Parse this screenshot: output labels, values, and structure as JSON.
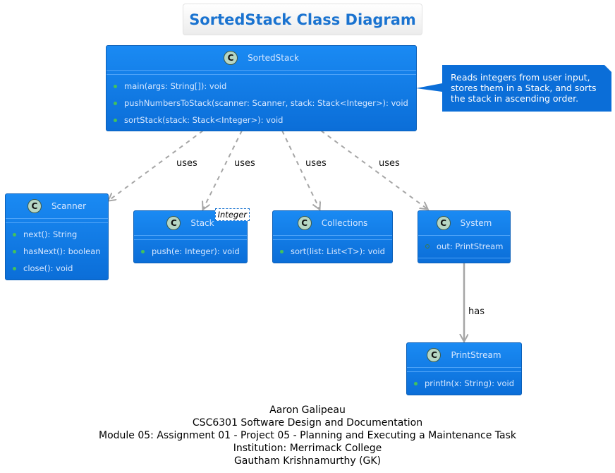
{
  "title": "SortedStack Class Diagram",
  "classes": {
    "sortedstack": {
      "name": "SortedStack",
      "icon": "C",
      "members": [
        "main(args: String[]): void",
        "pushNumbersToStack(scanner: Scanner, stack: Stack<Integer>): void",
        "sortStack(stack: Stack<Integer>): void"
      ]
    },
    "scanner": {
      "name": "Scanner",
      "icon": "C",
      "members": [
        "next(): String",
        "hasNext(): boolean",
        "close(): void"
      ]
    },
    "stack": {
      "name": "Stack",
      "icon": "C",
      "generic": "Integer",
      "members": [
        "push(e: Integer): void"
      ]
    },
    "collections": {
      "name": "Collections",
      "icon": "C",
      "members": [
        "sort(list: List<T>): void"
      ]
    },
    "system": {
      "name": "System",
      "icon": "C",
      "fields": [
        "out: PrintStream"
      ]
    },
    "printstream": {
      "name": "PrintStream",
      "icon": "C",
      "members": [
        "println(x: String): void"
      ]
    }
  },
  "note": {
    "lines": [
      "Reads integers from user input,",
      "stores them in a Stack, and sorts",
      "the stack in ascending order."
    ]
  },
  "edges": {
    "uses_scanner": "uses",
    "uses_stack": "uses",
    "uses_collections": "uses",
    "uses_system": "uses",
    "has_printstream": "has"
  },
  "footer": {
    "lines": [
      "Aaron Galipeau",
      "CSC6301 Software Design and Documentation",
      "Module 05: Assignment 01 - Project 05 - Planning and Executing a Maintenance Task",
      "Institution: Merrimack College",
      "Gautham Krishnamurthy (GK)"
    ]
  },
  "colors": {
    "class_fill": "#1a8af3",
    "class_border": "#0a5fb8",
    "title_text": "#1a73d0",
    "arrow": "#a6a6a6",
    "note_fill": "#0b6ed8"
  }
}
